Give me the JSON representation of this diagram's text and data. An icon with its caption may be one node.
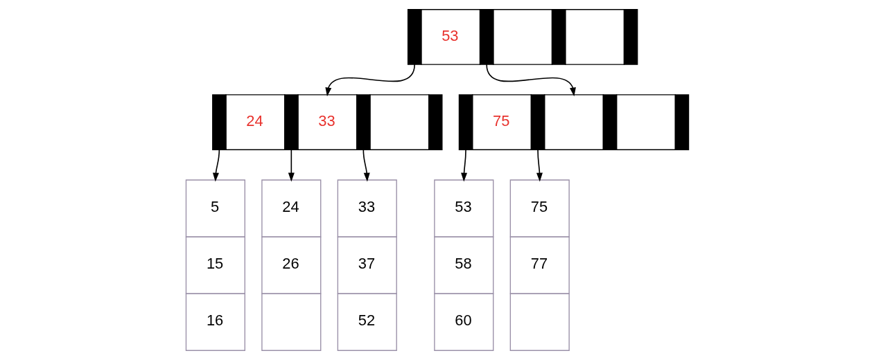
{
  "diagram": {
    "nodes": [
      {
        "text": [
          "53"
        ]
      },
      {
        "text": [
          "24",
          "33"
        ]
      },
      {
        "text": [
          "75"
        ]
      },
      {
        "text": [
          "5",
          "15",
          "16"
        ]
      },
      {
        "text": [
          "24",
          "26"
        ]
      },
      {
        "text": [
          "33",
          "37",
          "52"
        ]
      },
      {
        "text": [
          "53",
          "58",
          "60"
        ]
      },
      {
        "text": [
          "75",
          "77"
        ]
      }
    ],
    "edges": [
      {
        "from": 0,
        "to": 1,
        "arrow": "to"
      },
      {
        "from": 0,
        "to": 2,
        "arrow": "to"
      },
      {
        "from": 1,
        "to": 3,
        "arrow": "to"
      },
      {
        "from": 1,
        "to": 4,
        "arrow": "to"
      },
      {
        "from": 1,
        "to": 5,
        "arrow": "to"
      },
      {
        "from": 2,
        "to": 6,
        "arrow": "to"
      },
      {
        "from": 2,
        "to": 7,
        "arrow": "to"
      }
    ]
  }
}
